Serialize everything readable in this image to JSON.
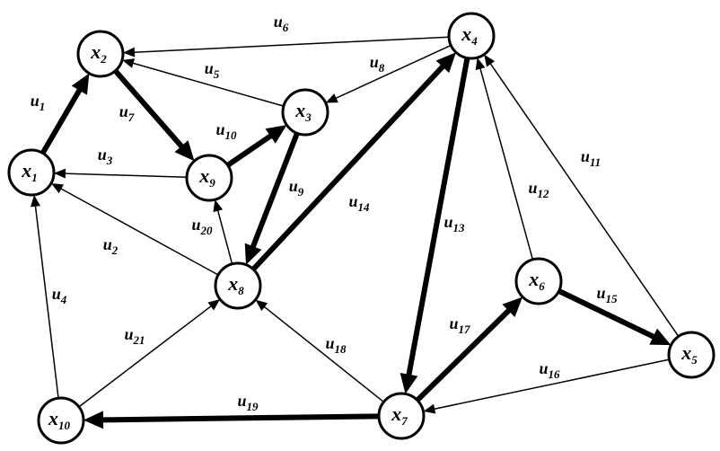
{
  "colors": {
    "stroke": "#000000",
    "background": "#ffffff"
  },
  "nodes": [
    {
      "id": "x1",
      "base": "x",
      "sub": "1"
    },
    {
      "id": "x2",
      "base": "x",
      "sub": "2"
    },
    {
      "id": "x3",
      "base": "x",
      "sub": "3"
    },
    {
      "id": "x4",
      "base": "x",
      "sub": "4"
    },
    {
      "id": "x5",
      "base": "x",
      "sub": "5"
    },
    {
      "id": "x6",
      "base": "x",
      "sub": "6"
    },
    {
      "id": "x7",
      "base": "x",
      "sub": "7"
    },
    {
      "id": "x8",
      "base": "x",
      "sub": "8"
    },
    {
      "id": "x9",
      "base": "x",
      "sub": "9"
    },
    {
      "id": "x10",
      "base": "x",
      "sub": "10"
    }
  ],
  "edges": [
    {
      "id": "u1",
      "base": "u",
      "sub": "1",
      "from": "x1",
      "to": "x2",
      "bold": true
    },
    {
      "id": "u2",
      "base": "u",
      "sub": "2",
      "from": "x8",
      "to": "x1",
      "bold": false
    },
    {
      "id": "u3",
      "base": "u",
      "sub": "3",
      "from": "x9",
      "to": "x1",
      "bold": false
    },
    {
      "id": "u4",
      "base": "u",
      "sub": "4",
      "from": "x10",
      "to": "x1",
      "bold": false
    },
    {
      "id": "u5",
      "base": "u",
      "sub": "5",
      "from": "x3",
      "to": "x2",
      "bold": false
    },
    {
      "id": "u6",
      "base": "u",
      "sub": "6",
      "from": "x4",
      "to": "x2",
      "bold": false
    },
    {
      "id": "u7",
      "base": "u",
      "sub": "7",
      "from": "x2",
      "to": "x9",
      "bold": true
    },
    {
      "id": "u8",
      "base": "u",
      "sub": "8",
      "from": "x4",
      "to": "x3",
      "bold": false
    },
    {
      "id": "u9",
      "base": "u",
      "sub": "9",
      "from": "x3",
      "to": "x8",
      "bold": true
    },
    {
      "id": "u10",
      "base": "u",
      "sub": "10",
      "from": "x9",
      "to": "x3",
      "bold": true
    },
    {
      "id": "u11",
      "base": "u",
      "sub": "11",
      "from": "x5",
      "to": "x4",
      "bold": false
    },
    {
      "id": "u12",
      "base": "u",
      "sub": "12",
      "from": "x6",
      "to": "x4",
      "bold": false
    },
    {
      "id": "u13",
      "base": "u",
      "sub": "13",
      "from": "x4",
      "to": "x7",
      "bold": true
    },
    {
      "id": "u14",
      "base": "u",
      "sub": "14",
      "from": "x8",
      "to": "x4",
      "bold": true
    },
    {
      "id": "u15",
      "base": "u",
      "sub": "15",
      "from": "x6",
      "to": "x5",
      "bold": true
    },
    {
      "id": "u16",
      "base": "u",
      "sub": "16",
      "from": "x5",
      "to": "x7",
      "bold": false
    },
    {
      "id": "u17",
      "base": "u",
      "sub": "17",
      "from": "x7",
      "to": "x6",
      "bold": true
    },
    {
      "id": "u18",
      "base": "u",
      "sub": "18",
      "from": "x7",
      "to": "x8",
      "bold": false
    },
    {
      "id": "u19",
      "base": "u",
      "sub": "19",
      "from": "x7",
      "to": "x10",
      "bold": true
    },
    {
      "id": "u20",
      "base": "u",
      "sub": "20",
      "from": "x8",
      "to": "x9",
      "bold": false
    },
    {
      "id": "u21",
      "base": "u",
      "sub": "21",
      "from": "x10",
      "to": "x8",
      "bold": false
    }
  ]
}
